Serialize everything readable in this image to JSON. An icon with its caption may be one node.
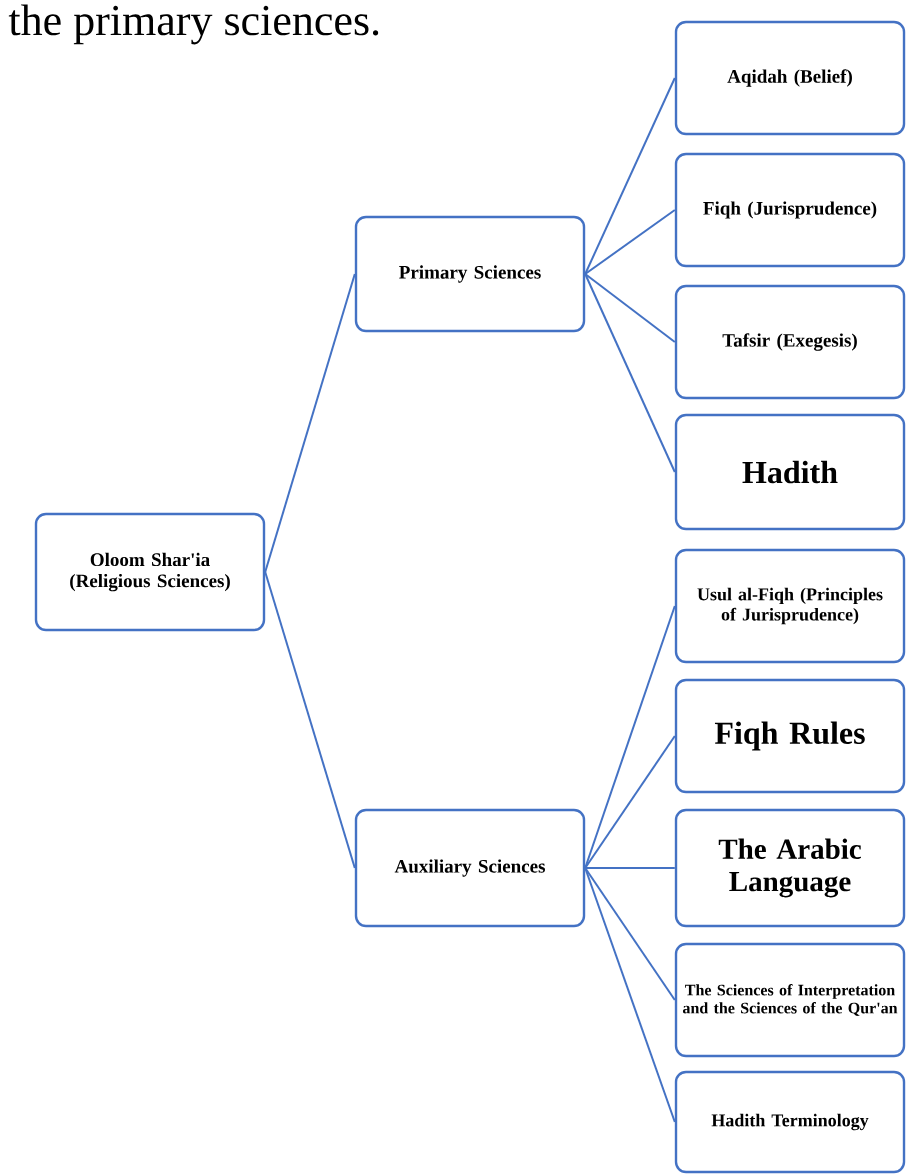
{
  "diagram": {
    "nodes": [
      {
        "text": [
          "Oloom Shar'ia (Religious Sciences)"
        ]
      },
      {
        "text": [
          "Primary Sciences"
        ]
      },
      {
        "text": [
          "Auxiliary Sciences"
        ]
      },
      {
        "text": [
          "Aqidah (Belief)"
        ]
      },
      {
        "text": [
          "Fiqh (Jurisprudence)"
        ]
      },
      {
        "text": [
          "Tafsir (Exegesis)"
        ]
      },
      {
        "text": [
          "Hadith"
        ]
      },
      {
        "text": [
          "Usul al-Fiqh (Principles of Jurisprudence)"
        ]
      },
      {
        "text": [
          "Fiqh Rules"
        ]
      },
      {
        "text": [
          "The Arabic Language"
        ]
      },
      {
        "text": [
          "The Sciences of Interpretation and the Sciences of the Qur'an"
        ]
      },
      {
        "text": [
          "Hadith Terminology"
        ]
      }
    ],
    "edges": [
      {
        "from": 0,
        "to": 1,
        "arrow": "none"
      },
      {
        "from": 0,
        "to": 2,
        "arrow": "none"
      },
      {
        "from": 1,
        "to": 3,
        "arrow": "none"
      },
      {
        "from": 1,
        "to": 4,
        "arrow": "none"
      },
      {
        "from": 1,
        "to": 5,
        "arrow": "none"
      },
      {
        "from": 1,
        "to": 6,
        "arrow": "none"
      },
      {
        "from": 2,
        "to": 7,
        "arrow": "none"
      },
      {
        "from": 2,
        "to": 8,
        "arrow": "none"
      },
      {
        "from": 2,
        "to": 9,
        "arrow": "none"
      },
      {
        "from": 2,
        "to": 10,
        "arrow": "none"
      },
      {
        "from": 2,
        "to": 11,
        "arrow": "none"
      }
    ],
    "labels": [
      "the primary sciences."
    ]
  }
}
